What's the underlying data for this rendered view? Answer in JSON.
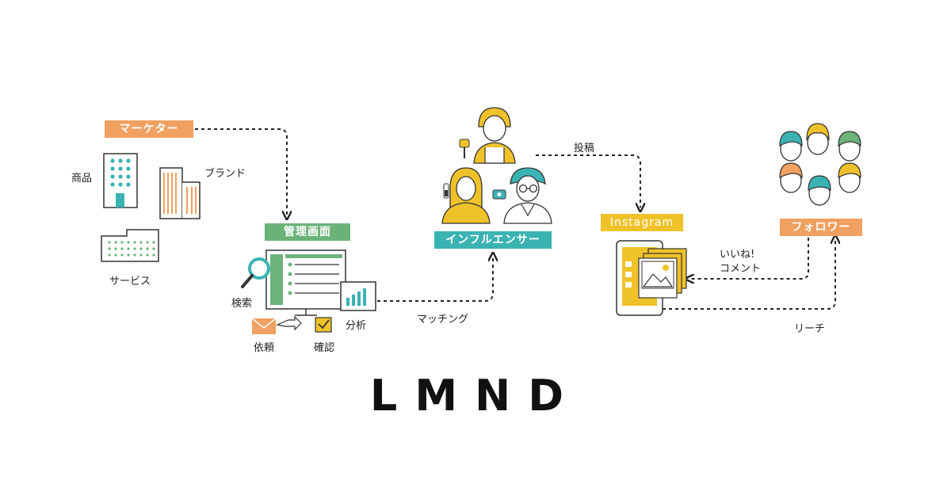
{
  "colors": {
    "marketer": "#f0a060",
    "manage": "#6cb37a",
    "influencer": "#3bb3b3",
    "instagram": "#f0c22a",
    "follower": "#f0a060",
    "line": "#222222"
  },
  "nodes": {
    "marketer": "マーケター",
    "manage": "管理画面",
    "influencer": "インフルエンサー",
    "instagram": "Instagram",
    "follower": "フォロワー"
  },
  "labels": {
    "product": "商品",
    "brand": "ブランド",
    "service": "サービス",
    "search": "検索",
    "request": "依頼",
    "confirm": "確認",
    "analysis": "分析",
    "matching": "マッチング",
    "post": "投稿",
    "like_line1": "いいね!",
    "like_line2": "コメント",
    "reach": "リーチ"
  },
  "logo": "LMND",
  "icons": [
    "office-building-icon",
    "tower-building-icon",
    "low-building-icon",
    "monitor-icon",
    "magnifier-icon",
    "envelope-icon",
    "checkbox-icon",
    "bar-chart-icon",
    "chef-icon",
    "woman-icon",
    "man-glasses-icon",
    "phone-icon",
    "photo-icon",
    "follower-face-icon"
  ]
}
